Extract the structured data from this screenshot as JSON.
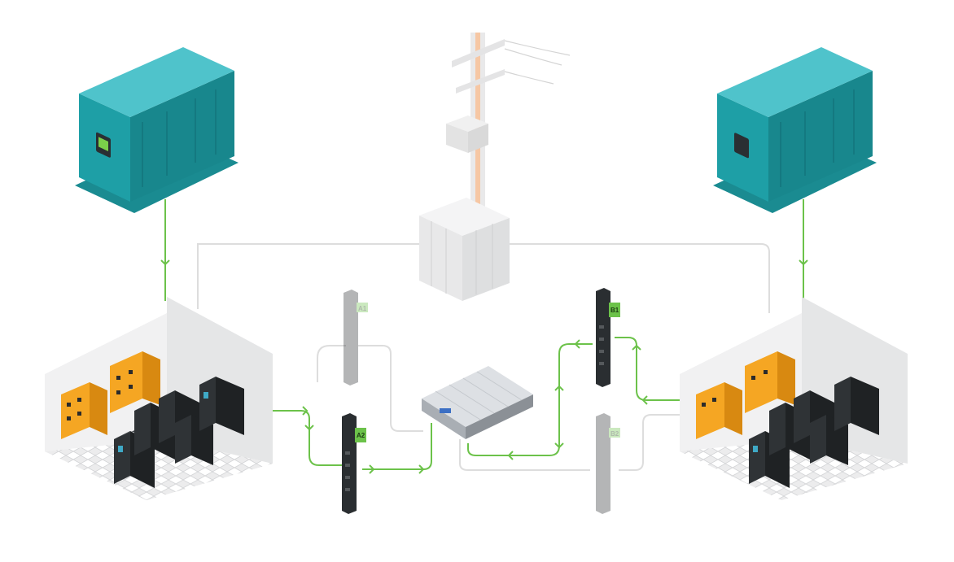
{
  "colors": {
    "active_path": "#6cc24a",
    "inactive_path": "#dcdcdc",
    "generator": "#1e9fa6",
    "switchgear": "#f5a623",
    "ups_cabinet": "#2f3336",
    "room_floor": "#e6e7e8"
  },
  "pdus": [
    {
      "id": "a1",
      "label": "A1",
      "state": "inactive"
    },
    {
      "id": "a2",
      "label": "A2",
      "state": "active"
    },
    {
      "id": "b1",
      "label": "B1",
      "state": "active"
    },
    {
      "id": "b2",
      "label": "B2",
      "state": "inactive"
    }
  ],
  "icons": {
    "generator": "generator-icon",
    "utility_pole": "utility-pole-icon",
    "transformer": "transformer-icon",
    "server": "server-icon"
  }
}
